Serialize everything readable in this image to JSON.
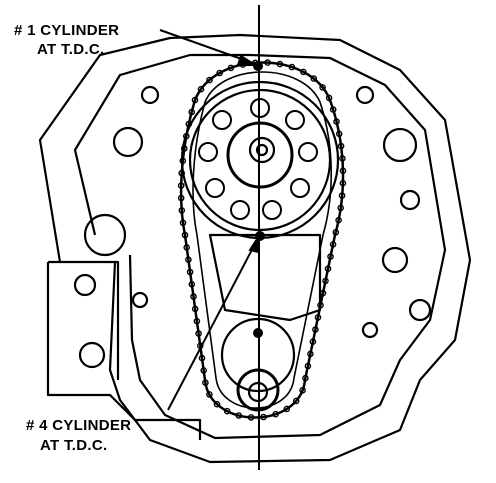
{
  "labels": {
    "cyl1_line1": "# 1 CYLINDER",
    "cyl1_line2": "AT T.D.C.",
    "cyl4_line1": "# 4 CYLINDER",
    "cyl4_line2": "AT T.D.C."
  },
  "colors": {
    "ink": "#000000",
    "paper": "#ffffff"
  }
}
